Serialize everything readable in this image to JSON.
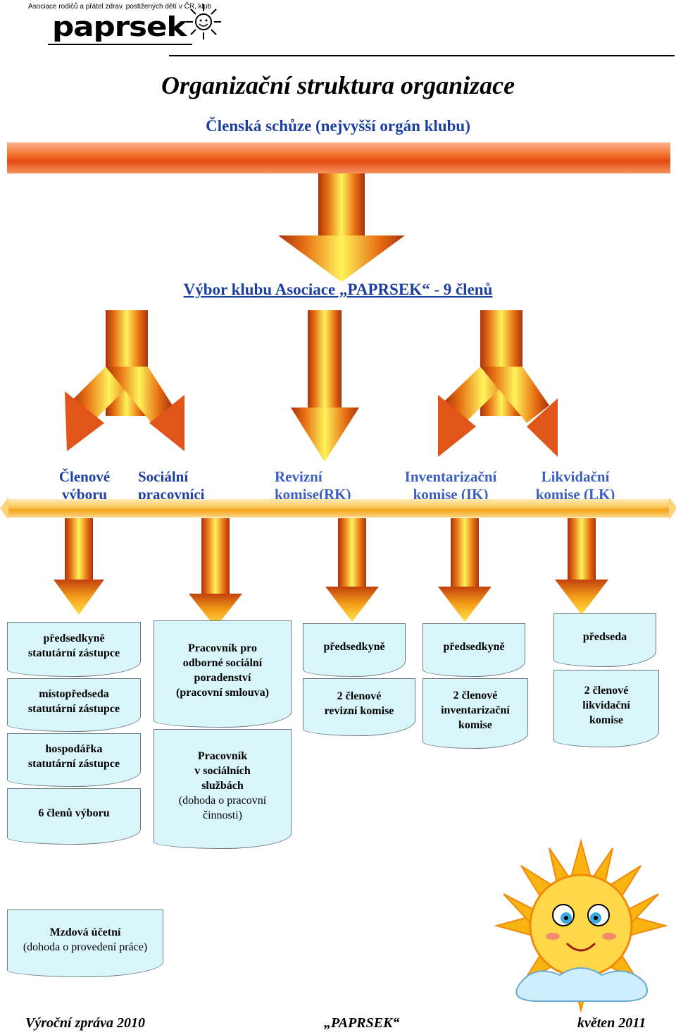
{
  "header": {
    "organization": "Asociace rodičů a přátel zdrav. postižených dětí v ČR, klub",
    "logo_text": "paprsek"
  },
  "title": "Organizační struktura organizace",
  "top_body": "Členská schůze (nejvyšší orgán klubu)",
  "committee": "Výbor klubu Asociace „PAPRSEK“ - 9 členů",
  "branches": [
    {
      "line1": "Členové",
      "line2": "výboru"
    },
    {
      "line1": "Sociální",
      "line2": "pracovníci"
    },
    {
      "line1": "Revizní",
      "line2": "komise(RK)"
    },
    {
      "line1": "Inventarizační",
      "line2": "komise (IK)"
    },
    {
      "line1": "Likvidační",
      "line2": "komise (LK)"
    }
  ],
  "boxes": {
    "col1": [
      {
        "line1": "předsedkyně",
        "line2": "statutární zástupce"
      },
      {
        "line1": "místopředseda",
        "line2": "statutární zástupce"
      },
      {
        "line1": "hospodářka",
        "line2": "statutární zástupce"
      },
      {
        "line1": "6 členů výboru",
        "line2": ""
      }
    ],
    "col2": [
      {
        "line1": "Pracovník pro",
        "line2": "odborné sociální",
        "line3": "poradenství",
        "line4": "(pracovní smlouva)"
      },
      {
        "line1": "Pracovník",
        "line2": "v sociálních",
        "line3": "službách",
        "line4": "(dohoda o pracovní",
        "line5": "činnosti)"
      }
    ],
    "col3": {
      "head": "předsedkyně",
      "line1": "2 členové",
      "line2": "revizní komise"
    },
    "col4": {
      "head": "předsedkyně",
      "line1": "2 členové",
      "line2": "inventarizační",
      "line3": "komise"
    },
    "col5": {
      "head": "předseda",
      "line1": "2 členové",
      "line2": "likvidační",
      "line3": "komise"
    }
  },
  "payroll": {
    "line1": "Mzdová účetní",
    "line2": "(dohoda o provedení práce)"
  },
  "footer": {
    "left": "Výroční zpráva 2010",
    "middle": "„PAPRSEK“",
    "right": "květen 2011"
  }
}
